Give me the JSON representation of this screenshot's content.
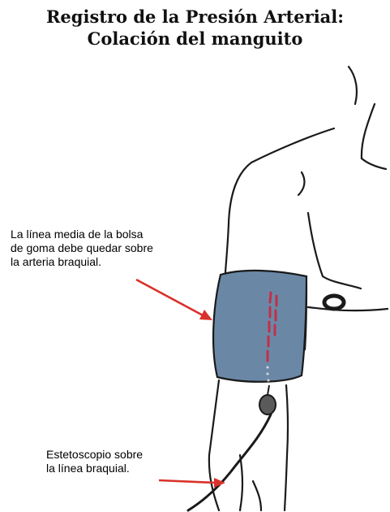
{
  "title": {
    "line1": "Registro de la Presión Arterial:",
    "line2": "Colación del manguito"
  },
  "captions": {
    "cuff": {
      "lines": [
        "La línea media de la bolsa",
        "de goma debe quedar sobre",
        "la arteria braquial."
      ]
    },
    "stethoscope": {
      "lines": [
        "Estetoscopio sobre",
        "la línea braquial."
      ]
    }
  },
  "colors": {
    "cuff_fill": "#6a88a6",
    "arrow": "#d9312b",
    "artery_marks": "#c0304a",
    "outline": "#1a1a1a"
  }
}
